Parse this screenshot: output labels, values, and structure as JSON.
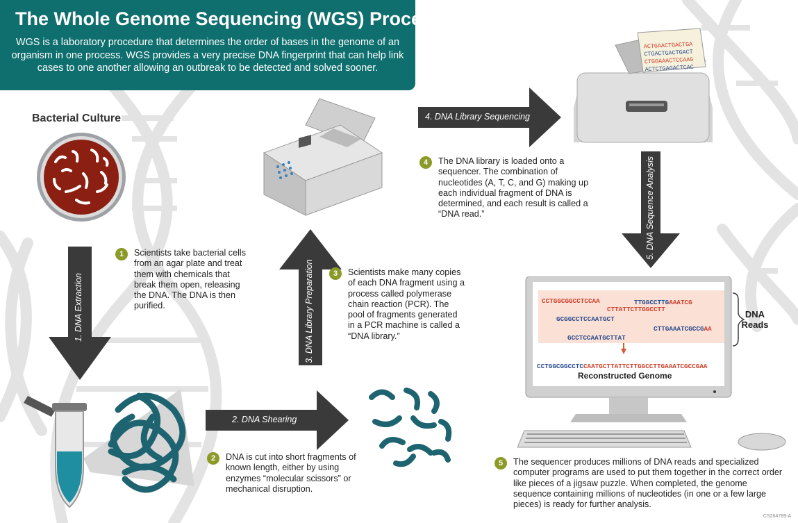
{
  "header": {
    "title": "The Whole Genome Sequencing (WGS) Process",
    "description": "WGS is a laboratory procedure that determines the order of bases in the genome of an organism in one process. WGS provides a very precise DNA fingerprint that can help link cases to one another allowing an outbreak to be detected and solved sooner."
  },
  "culture_title": "Bacterial Culture",
  "steps": [
    {
      "num": "1",
      "text": "Scientists take bacterial cells from an agar plate and treat them with chemicals that break them open, releasing the DNA. The DNA is then purified.",
      "arrow": "1. DNA Extraction"
    },
    {
      "num": "2",
      "text": "DNA is cut into short fragments of known length, either by using enzymes “molecular scissors” or mechanical disruption.",
      "arrow": "2. DNA Shearing"
    },
    {
      "num": "3",
      "text": "Scientists make many copies of each DNA fragment using a process called polymerase chain reaction (PCR). The pool of fragments generated in a PCR machine is called a “DNA library.”",
      "arrow": "3. DNA Library Preparation"
    },
    {
      "num": "4",
      "text": "The DNA library is loaded onto a sequencer. The combination of nucleotides (A, T, C, and G) making up each individual fragment of DNA is determined, and each result is called a “DNA read.”",
      "arrow": "4. DNA Library Sequencing"
    },
    {
      "num": "5",
      "text": "The sequencer produces millions of DNA reads and specialized computer programs are used to put them together in the correct order like pieces of a jigsaw puzzle. When completed, the genome sequence containing millions of nucleotides (in one or a few large pieces) is ready for further analysis.",
      "arrow": "5. DNA Sequence Analysis"
    }
  ],
  "sequencer_screen": [
    "ACTGAACTGACTGA",
    "CTGACTGACTGACT",
    "CTGGAAACTCCAAG",
    "ACTCTGAGACTCAC"
  ],
  "reads": [
    {
      "part1": "CCTGGCGGCCTC",
      "part2": "CAA"
    },
    {
      "part1": "TTGGCCTTG",
      "part2": "AAATCG"
    },
    {
      "part1": "CTTATTCTTGGCCTT",
      "part2": ""
    },
    {
      "part1": "GCGGCCTCC",
      "part2": "AATGCT"
    },
    {
      "part1": "CTTGAAATCGCCG",
      "part2": "AA"
    },
    {
      "part1": "GCCTCC",
      "part2": "AATGCTTAT"
    }
  ],
  "genome": {
    "part1": "CCTGGCGGCCTC",
    "part2": "CAATGCTTATTCTTGGCCTTGAAATCGCCGAA"
  },
  "dna_reads_label": "DNA Reads",
  "reconstructed_label": "Reconstructed Genome",
  "figure_code": "CS264789-A",
  "colors": {
    "teal": "#0f6e6e",
    "step_badge": "#8c9a28",
    "arrow": "#3a3a3a",
    "dna_teal": "#1d6470",
    "seq_red": "#cf3e2a",
    "seq_blue": "#2a4b8d"
  }
}
